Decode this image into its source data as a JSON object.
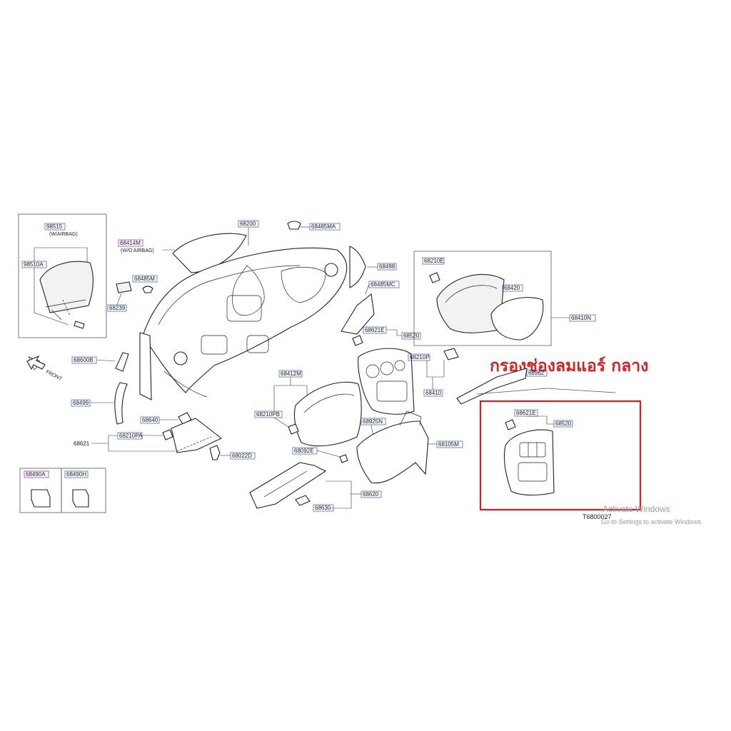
{
  "diagram": {
    "drawing_code": "T6800027",
    "highlight_caption": "กรองช่องลมแอร์ กลาง",
    "notes": {
      "with_airbag": "(W/AIRBAG)",
      "without_airbag": "(W/O   AIRBAG)",
      "front": "FRONT"
    },
    "part_labels": {
      "p98515": "98515",
      "p98510A": "98510A",
      "p68414M": "68414M",
      "p68200": "68200",
      "p68485MA": "68485MA",
      "p68498": "68498",
      "p68485MC": "68485MC",
      "p68485M": "68485M",
      "p68239": "68239",
      "p68210E_top": "68210E",
      "p68420": "68420",
      "p68410N": "68410N",
      "p68621E_center": "68621E",
      "p68520_center": "68520",
      "p68210P": "68210P",
      "p68410": "68410",
      "p68962": "68962",
      "p68600B": "68600B",
      "p68499": "68499",
      "p68412M": "68412M",
      "p68210PB": "68210PB",
      "p68640": "68640",
      "p68210PA": "68210PA",
      "p68621": "68621",
      "p68022D": "68022D",
      "p68925N": "68925N",
      "p68092E": "68092E",
      "p68105M": "68105M",
      "p68620": "68620",
      "p68630": "68630",
      "p68490A": "68490A",
      "p68490H": "68490H",
      "p68621E_inset": "68621E",
      "p68520_inset": "68520"
    }
  },
  "watermark": {
    "title": "Activate Windows",
    "subtitle": "Go to Settings to activate Windows."
  },
  "colors": {
    "highlight_frame": "#d41f26",
    "caption_text": "#d8211f",
    "label_box": "#4d6fb8",
    "label_box_marked": "#a03cc0"
  }
}
